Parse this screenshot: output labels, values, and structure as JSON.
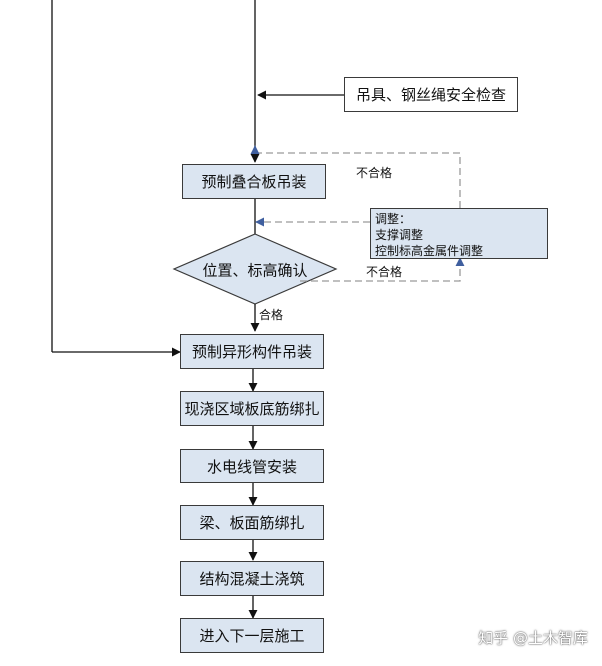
{
  "nodes": {
    "rigging_check": "吊具、钢丝绳安全检查",
    "precast_slab_hoisting": "预制叠合板吊装",
    "position_confirm": "位置、标高确认",
    "special_component_hoisting": "预制异形构件吊装",
    "cast_area_bottom_rebar": "现浇区域板底筋绑扎",
    "mep_conduit_install": "水电线管安装",
    "beam_slab_rebar": "梁、板面筋绑扎",
    "concrete_pouring": "结构混凝土浇筑",
    "next_floor": "进入下一层施工"
  },
  "adjust_note": {
    "title": "调整：",
    "line1": "支撑调整",
    "line2": "控制标高金属件调整"
  },
  "labels": {
    "fail_top": "不合格",
    "fail_bottom": "不合格",
    "pass": "合格"
  },
  "watermark": "知乎 @土木智库",
  "colors": {
    "box_fill": "#dbe5f1",
    "line": "#111111",
    "dashed_line": "#9a9a9a",
    "dashed_arrow": "#3f5f9f"
  }
}
